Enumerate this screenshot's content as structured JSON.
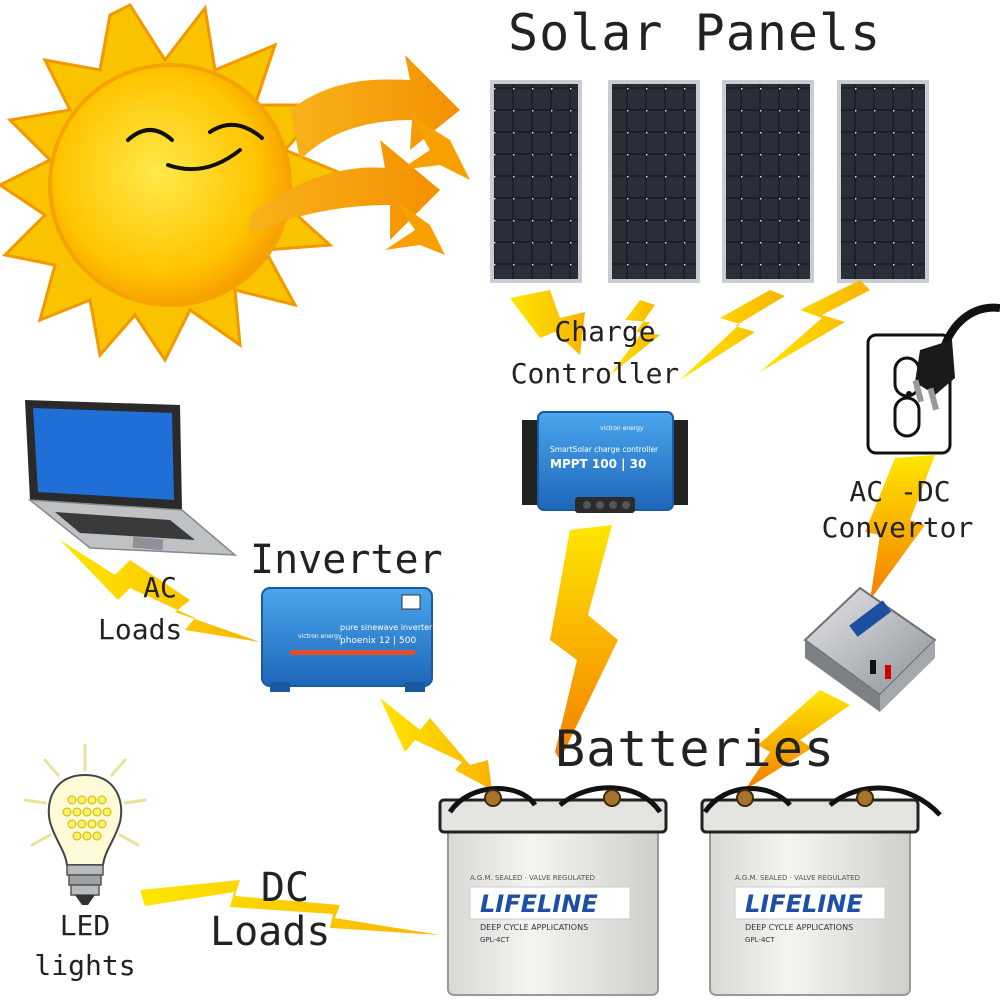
{
  "labels": {
    "solar_panels": "Solar Panels",
    "charge_controller_line1": "Charge",
    "charge_controller_line2": "Controller",
    "inverter": "Inverter",
    "ac_dc_line1": "AC -DC",
    "ac_dc_line2": "Convertor",
    "ac_loads_line1": "AC",
    "ac_loads_line2": "Loads",
    "batteries": "Batteries",
    "dc_loads_line1": "DC",
    "dc_loads_line2": "Loads",
    "led_line1": "LED",
    "led_line2": "lights"
  },
  "device_text": {
    "controller_brand": "victron energy",
    "controller_line1": "SmartSolar charge controller",
    "controller_model": "MPPT 100 | 30",
    "inverter_brand": "victron energy",
    "inverter_line1": "pure sinewave inverter",
    "inverter_model": "phoenix 12 | 500",
    "battery_brand": "LIFELINE",
    "battery_sub": "DEEP CYCLE APPLICATIONS",
    "battery_model": "GPL-4CT",
    "battery_top": "A.G.M. SEALED · VALVE REGULATED"
  },
  "colors": {
    "sun_outer": "#f5b800",
    "sun_inner": "#ffd21a",
    "sun_ray_arrow": "#f59a00",
    "bolt": "#ffd400",
    "bolt_dark": "#f28a00",
    "panel_cell": "#1b1e26",
    "device_blue": "#2d7fd0",
    "battery_body": "#eeeeea",
    "battery_label": "#1e4fa8"
  }
}
